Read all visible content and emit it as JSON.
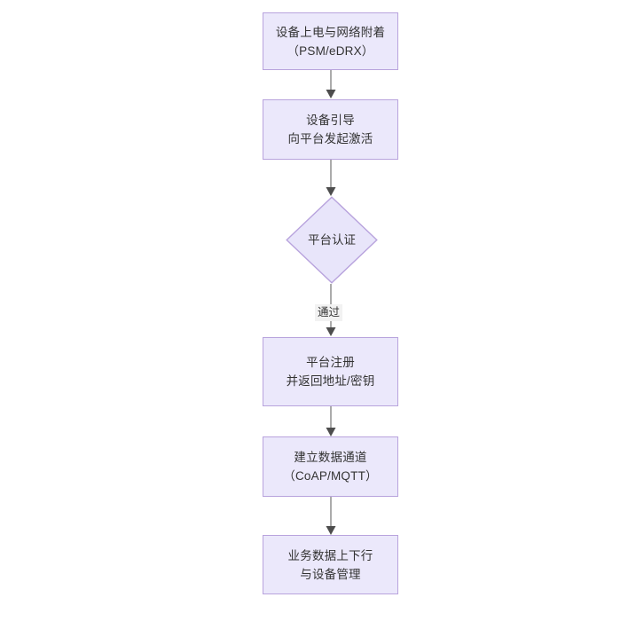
{
  "diagram": {
    "type": "flowchart",
    "orientation": "top-to-bottom",
    "colors": {
      "node_fill": "#ebe8fb",
      "node_border": "#b8a3dd",
      "text": "#333333",
      "connector": "#4d4d4d",
      "edge_label_background": "#f2f2f2",
      "canvas_background": "#ffffff"
    },
    "nodes": [
      {
        "id": "node-power-on",
        "shape": "rectangle",
        "lines": [
          "设备上电与网络附着",
          "（PSM/eDRX）"
        ]
      },
      {
        "id": "node-bootstrap",
        "shape": "rectangle",
        "lines": [
          "设备引导",
          "向平台发起激活"
        ]
      },
      {
        "id": "node-platform-auth",
        "shape": "diamond",
        "lines": [
          "平台认证"
        ]
      },
      {
        "id": "node-platform-register",
        "shape": "rectangle",
        "lines": [
          "平台注册",
          "并返回地址/密钥"
        ]
      },
      {
        "id": "node-data-channel",
        "shape": "rectangle",
        "lines": [
          "建立数据通道",
          "（CoAP/MQTT）"
        ]
      },
      {
        "id": "node-service-data",
        "shape": "rectangle",
        "lines": [
          "业务数据上下行",
          "与设备管理"
        ]
      }
    ],
    "edges": [
      {
        "id": "edge-1",
        "from": "node-power-on",
        "to": "node-bootstrap",
        "label": ""
      },
      {
        "id": "edge-2",
        "from": "node-bootstrap",
        "to": "node-platform-auth",
        "label": ""
      },
      {
        "id": "edge-3",
        "from": "node-platform-auth",
        "to": "node-platform-register",
        "label": "通过"
      },
      {
        "id": "edge-4",
        "from": "node-platform-register",
        "to": "node-data-channel",
        "label": ""
      },
      {
        "id": "edge-5",
        "from": "node-data-channel",
        "to": "node-service-data",
        "label": ""
      }
    ]
  }
}
